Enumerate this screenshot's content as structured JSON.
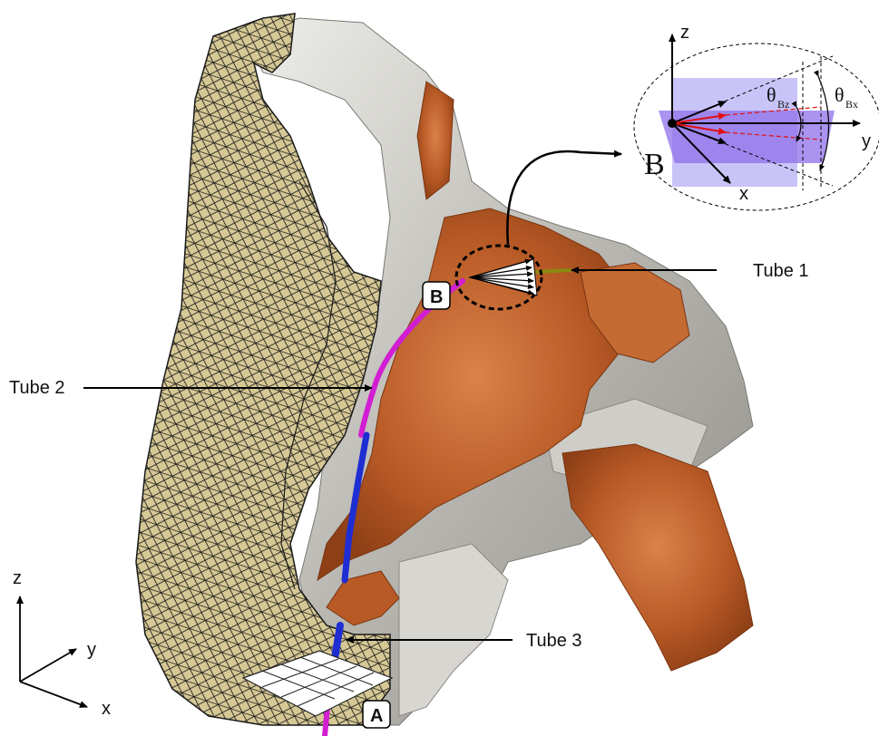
{
  "labels": {
    "tube1": "Tube 1",
    "tube2": "Tube 2",
    "tube3": "Tube 3",
    "point_a": "A",
    "point_b": "B"
  },
  "inset": {
    "point": "B",
    "axis_z": "z",
    "axis_y": "y",
    "axis_x": "x",
    "theta": "θ",
    "sub_bz": "Bz",
    "sub_bx": "Bx"
  },
  "corner_axes": {
    "z": "z",
    "y": "y",
    "x": "x"
  },
  "colors": {
    "mesh_fill": "#d6c895",
    "mesh_line": "#1a1a1a",
    "tissue": "#c1652e",
    "bone": "#c9c7c2",
    "tube_magenta": "#d21ed2",
    "tube_blue": "#1e2ed2",
    "tube_olive": "#8a8a10",
    "plane_violet": "#9b8cf0",
    "arrow_red": "#e01010"
  }
}
